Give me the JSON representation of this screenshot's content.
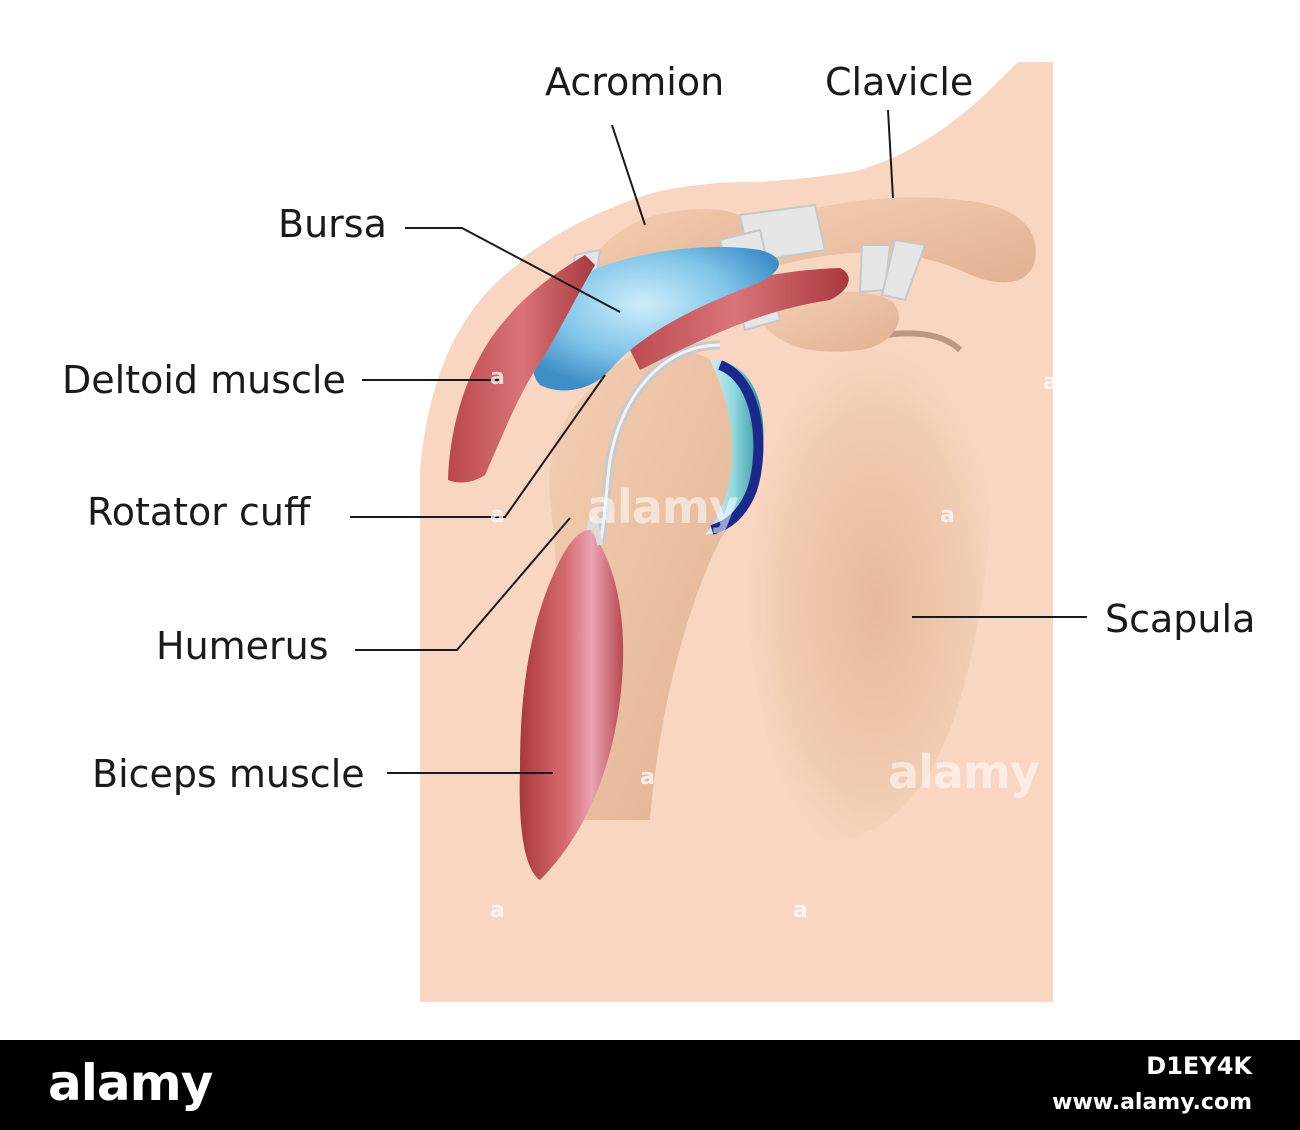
{
  "labels": {
    "acromion": "Acromion",
    "clavicle": "Clavicle",
    "bursa": "Bursa",
    "deltoid": "Deltoid muscle",
    "rotator_cuff": "Rotator cuff",
    "humerus": "Humerus",
    "biceps": "Biceps muscle",
    "scapula": "Scapula"
  },
  "watermark": {
    "small": "a",
    "large": "alamy"
  },
  "footer": {
    "logo": "alamy",
    "image_id": "D1EY4K",
    "url": "www.alamy.com"
  },
  "colors": {
    "skin": "#f9d6c2",
    "bone": "#efc3a4",
    "muscle": "#c8555a",
    "bursa": "#7fc4e8",
    "cartilage": "#1b2a8a",
    "ligament": "#e4e4e4"
  }
}
